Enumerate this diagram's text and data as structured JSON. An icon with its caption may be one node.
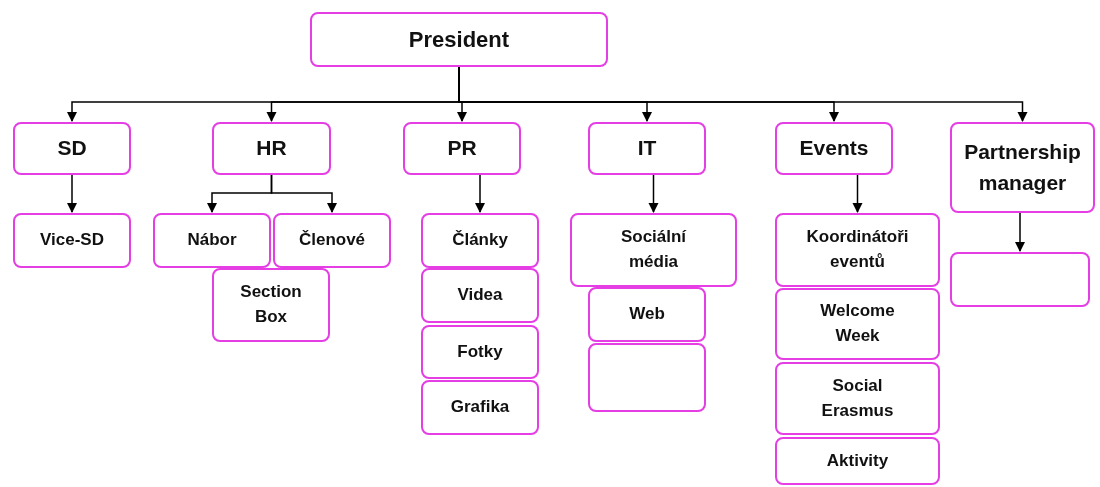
{
  "diagram": {
    "nodes": [
      {
        "text": [
          "President"
        ]
      },
      {
        "text": [
          "SD"
        ]
      },
      {
        "text": [
          "HR"
        ]
      },
      {
        "text": [
          "PR"
        ]
      },
      {
        "text": [
          "IT"
        ]
      },
      {
        "text": [
          "Events"
        ]
      },
      {
        "text": [
          "Partnership manager"
        ]
      },
      {
        "text": [
          "Vice-SD"
        ]
      },
      {
        "text": [
          "Nábor"
        ]
      },
      {
        "text": [
          "Členové"
        ]
      },
      {
        "text": [
          "Section Box"
        ]
      },
      {
        "text": [
          "Články"
        ]
      },
      {
        "text": [
          "Videa"
        ]
      },
      {
        "text": [
          "Fotky"
        ]
      },
      {
        "text": [
          "Grafika"
        ]
      },
      {
        "text": [
          "Sociální média"
        ]
      },
      {
        "text": [
          "Web"
        ]
      },
      {
        "text": [],
        "shape": "box"
      },
      {
        "text": [
          "Koordinátoři eventů"
        ]
      },
      {
        "text": [
          "Welcome Week"
        ]
      },
      {
        "text": [
          "Social Erasmus"
        ]
      },
      {
        "text": [
          "Aktivity"
        ]
      },
      {
        "text": [],
        "shape": "box"
      }
    ],
    "edges": [
      {
        "from": 0,
        "to": 1,
        "arrow": "to"
      },
      {
        "from": 0,
        "to": 2,
        "arrow": "to"
      },
      {
        "from": 0,
        "to": 3,
        "arrow": "to"
      },
      {
        "from": 0,
        "to": 4,
        "arrow": "to"
      },
      {
        "from": 0,
        "to": 5,
        "arrow": "to"
      },
      {
        "from": 0,
        "to": 6,
        "arrow": "to"
      },
      {
        "from": 1,
        "to": 7,
        "arrow": "to"
      },
      {
        "from": 2,
        "to": 8,
        "arrow": "to"
      },
      {
        "from": 2,
        "to": 9,
        "arrow": "to"
      },
      {
        "from": 3,
        "to": 11,
        "arrow": "to"
      },
      {
        "from": 4,
        "to": 15,
        "arrow": "to"
      },
      {
        "from": 5,
        "to": 18,
        "arrow": "to"
      },
      {
        "from": 6,
        "to": 22,
        "arrow": "to"
      }
    ]
  }
}
